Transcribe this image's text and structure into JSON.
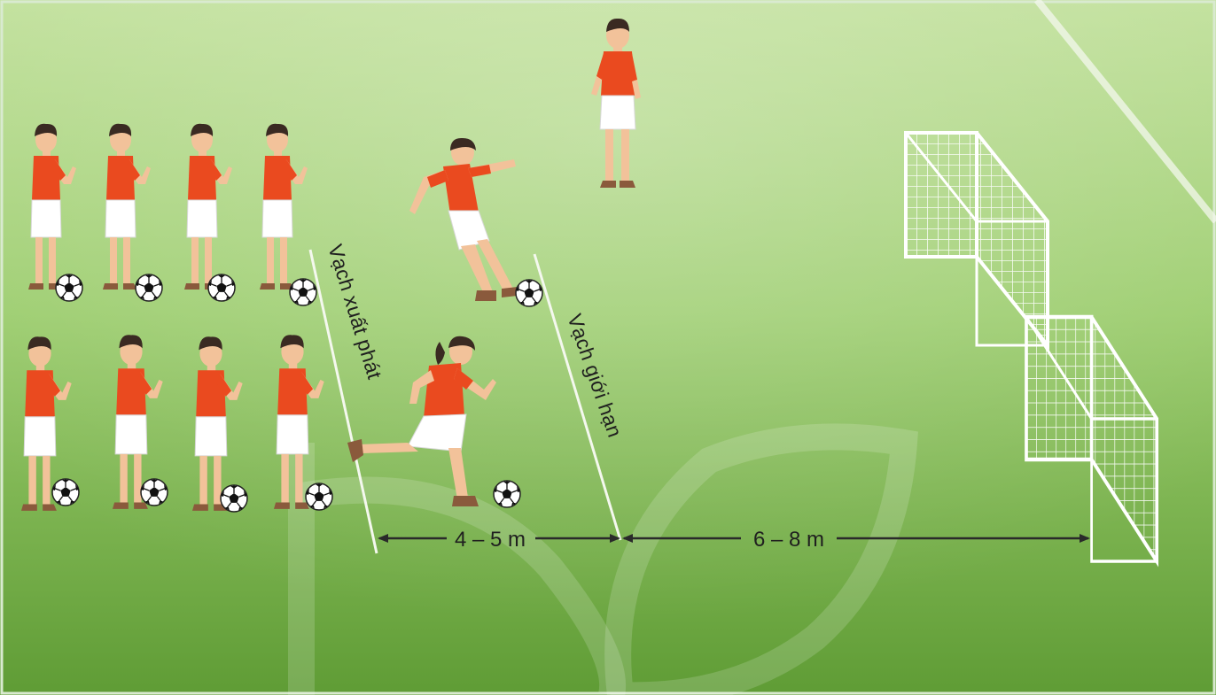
{
  "labels": {
    "start_line": "Vạch xuất phát",
    "limit_line": "Vạch giới hạn",
    "distance_1": "4 – 5 m",
    "distance_2": "6 – 8 m"
  },
  "colors": {
    "field_light": "#b4d98a",
    "field_dark": "#5e9a34",
    "shirt": "#ea4a1f",
    "shorts": "#ffffff",
    "skin": "#f2c29a",
    "hair": "#3a2a22",
    "line": "#f4f8ee",
    "arrow": "#2a2a2a"
  },
  "icons": {
    "ball": "soccer-ball-icon",
    "goal": "mini-goal-icon",
    "watermark": "leaf-watermark-icon"
  }
}
